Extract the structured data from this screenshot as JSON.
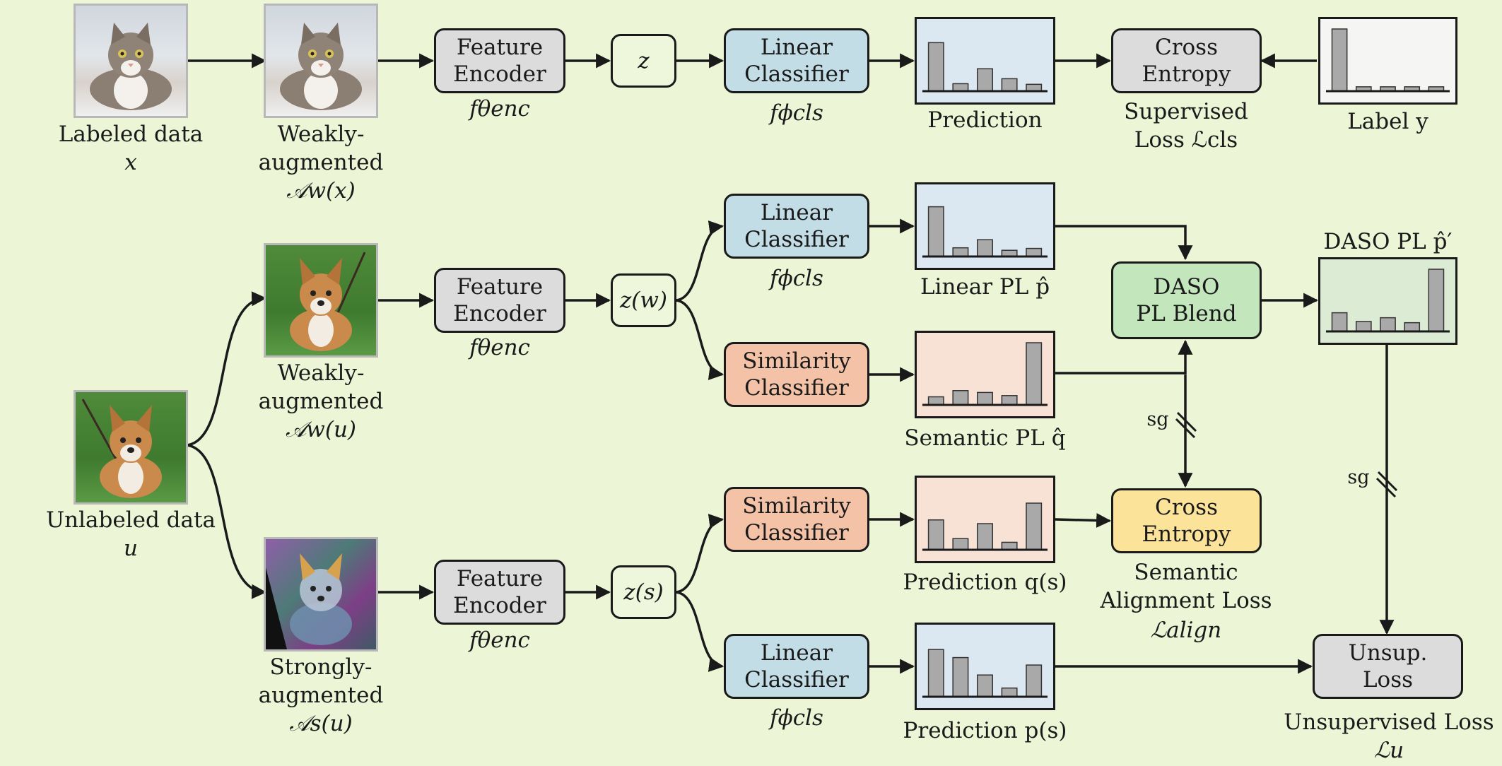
{
  "images": {
    "labeled": "cat photo",
    "labeled_weak": "cat photo (weakly augmented)",
    "unlabeled": "corgi photo",
    "unlabeled_weak": "corgi photo (weakly augmented)",
    "unlabeled_strong": "corgi photo (strongly augmented)"
  },
  "labels": {
    "labeled_data": "Labeled data",
    "labeled_var": "x",
    "weak_aug_1": "Weakly-",
    "weak_aug_2": "augmented",
    "weak_fn_x": "𝒜w(x)",
    "weak_fn_u": "𝒜w(u)",
    "strong_aug_1": "Strongly-",
    "strong_aug_2": "augmented",
    "strong_fn_u": "𝒜s(u)",
    "unlabeled_data": "Unlabeled data",
    "unlabeled_var": "u",
    "f_enc": "fθenc",
    "f_cls": "fϕcls",
    "prediction": "Prediction",
    "supervised_1": "Supervised",
    "supervised_2": "Loss ℒcls",
    "label_y": "Label y",
    "linear_pl": "Linear PL p̂",
    "semantic_pl": "Semantic PL q̂",
    "daso_pl": "DASO PL p̂′",
    "prediction_q": "Prediction q(s)",
    "prediction_p": "Prediction p(s)",
    "sem_align_1": "Semantic",
    "sem_align_2": "Alignment Loss",
    "sem_align_3": "ℒalign",
    "unsup_1": "Unsupervised Loss",
    "unsup_2": "ℒu",
    "sg": "sg"
  },
  "boxes": {
    "feature_encoder": "Feature\nEncoder",
    "linear_classifier": "Linear\nClassifier",
    "similarity_classifier": "Similarity\nClassifier",
    "cross_entropy": "Cross\nEntropy",
    "daso_blend": "DASO\nPL Blend",
    "unsup_loss": "Unsup.\nLoss",
    "z": "z",
    "z_w": "z(w)",
    "z_s": "z(s)"
  },
  "colors": {
    "background": "#ecf5d6",
    "encoder": "#dcdcdc",
    "linear": "#c3dde6",
    "similarity": "#f4c3a7",
    "cross_entropy_align": "#fbe39a",
    "daso": "#c3e6bd",
    "bar": "#a9a9a9"
  },
  "histograms": {
    "prediction": [
      0.78,
      0.12,
      0.36,
      0.2,
      0.11
    ],
    "label": [
      1.0,
      0.07,
      0.07,
      0.07,
      0.07
    ],
    "linear_pl": [
      0.8,
      0.14,
      0.27,
      0.1,
      0.13
    ],
    "daso_pl": [
      0.3,
      0.16,
      0.22,
      0.14,
      1.0
    ],
    "semantic_pl": [
      0.13,
      0.23,
      0.2,
      0.15,
      1.0
    ],
    "prediction_q": [
      0.48,
      0.18,
      0.42,
      0.12,
      0.75
    ],
    "prediction_p": [
      0.76,
      0.63,
      0.35,
      0.14,
      0.51
    ]
  }
}
